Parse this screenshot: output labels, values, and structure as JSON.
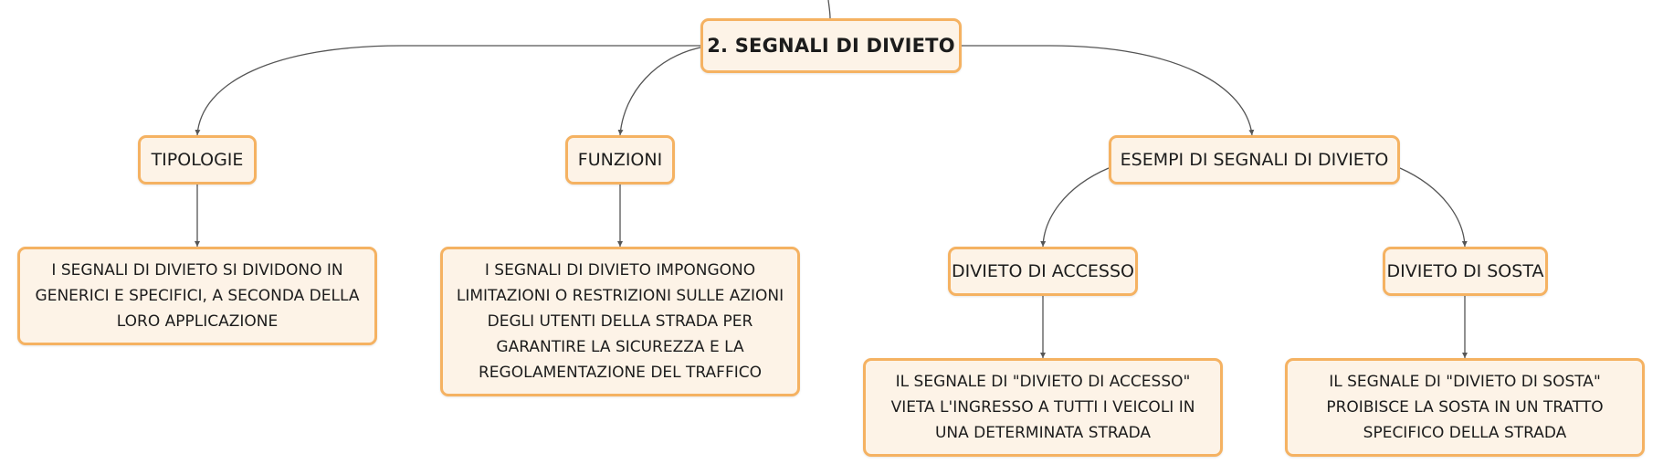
{
  "diagram": {
    "root": "2. SEGNALI DI DIVIETO",
    "categories": {
      "tipologie": "TIPOLOGIE",
      "funzioni": "FUNZIONI",
      "esempi": "ESEMPI DI SEGNALI DI DIVIETO"
    },
    "descriptions": {
      "tipologie": "I SEGNALI DI DIVIETO SI DIVIDONO IN GENERICI E SPECIFICI, A SECONDA DELLA LORO APPLICAZIONE",
      "funzioni": "I SEGNALI DI DIVIETO IMPONGONO LIMITAZIONI O RESTRIZIONI SULLE AZIONI DEGLI UTENTI DELLA STRADA PER GARANTIRE LA SICUREZZA E LA REGOLAMENTAZIONE DEL TRAFFICO"
    },
    "examples": {
      "accesso": {
        "label": "DIVIETO DI ACCESSO",
        "description": "IL SEGNALE DI \"DIVIETO DI ACCESSO\" VIETA L'INGRESSO A TUTTI I VEICOLI IN UNA DETERMINATA STRADA"
      },
      "sosta": {
        "label": "DIVIETO DI SOSTA",
        "description": "IL SEGNALE DI \"DIVIETO DI SOSTA\" PROIBISCE LA SOSTA IN UN TRATTO SPECIFICO DELLA STRADA"
      }
    },
    "colors": {
      "node_fill": "#fdf3e7",
      "node_border": "#f5b262",
      "connector": "#555555"
    }
  }
}
